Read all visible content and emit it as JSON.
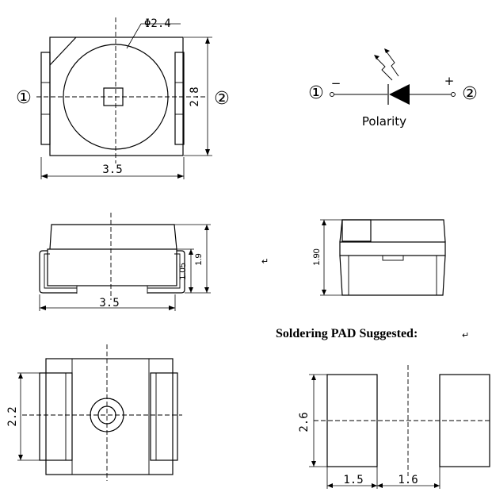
{
  "top_view": {
    "lens_diameter": "Φ2.4",
    "width": "3.5",
    "height": "2.8",
    "pin1": "①",
    "pin2": "②"
  },
  "polarity": {
    "pin1": "①",
    "pin2": "②",
    "minus": "−",
    "plus": "+",
    "label": "Polarity"
  },
  "side_view": {
    "width": "3.5",
    "body_height": "1.05",
    "total_height": "1.9"
  },
  "end_view": {
    "height": "1.90"
  },
  "marks": {
    "return_mark": "↵"
  },
  "soldering_pad": {
    "title": "Soldering PAD Suggested:",
    "title_mark": "↵",
    "pad_height": "2.6",
    "pad_width": "1.5",
    "pad_gap": "1.6"
  },
  "bottom_view": {
    "height": "2.2"
  }
}
